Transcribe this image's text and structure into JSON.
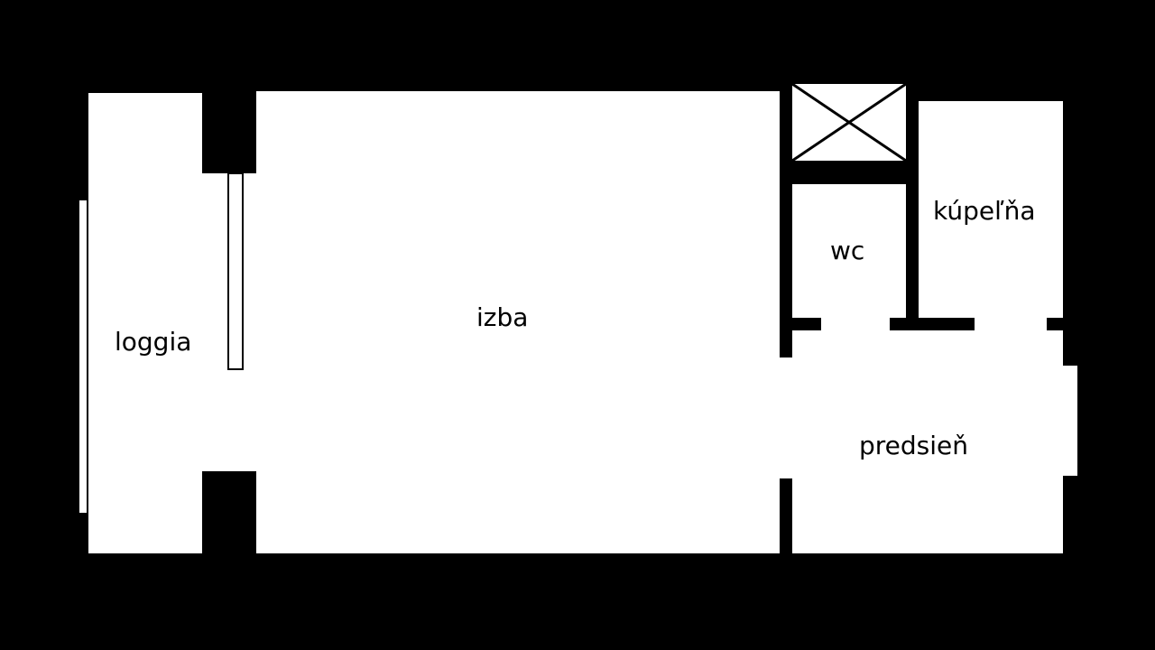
{
  "colors": {
    "background": "#000000",
    "floor": "#ffffff",
    "wall": "#000000"
  },
  "rooms": {
    "loggia": "loggia",
    "izba": "izba",
    "wc": "wc",
    "kupelna": "kúpeľňa",
    "predsien": "predsieň"
  },
  "symbols": [
    "shaft-cross-icon"
  ]
}
